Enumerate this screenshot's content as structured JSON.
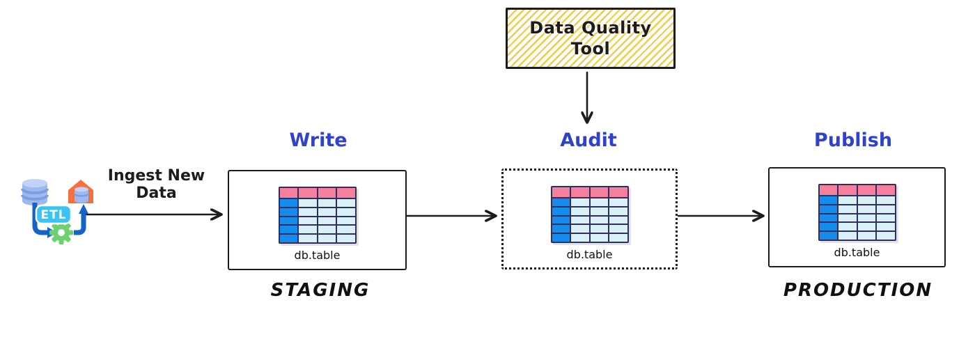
{
  "dq_tool": {
    "line1": "Data Quality",
    "line2": "Tool"
  },
  "ingest": {
    "line1": "Ingest New",
    "line2": "Data"
  },
  "etl_icon": {
    "label": "ETL"
  },
  "stages": {
    "write": {
      "step": "Write",
      "table": "db.table",
      "caption": "STAGING"
    },
    "audit": {
      "step": "Audit",
      "table": "db.table"
    },
    "publish": {
      "step": "Publish",
      "table": "db.table",
      "caption": "PRODUCTION"
    }
  },
  "table_icon": {
    "rows": 6,
    "cols": 4
  },
  "colors": {
    "ink": "#1c1c1c",
    "step_label_blue": "#2f41cf",
    "hatch_yellow": "#f8c846",
    "table_header_pink": "#f8809f",
    "table_key_blue": "#148ced",
    "table_cell_cyan": "#d9f1f6",
    "table_border_navy": "#302e5e",
    "etl_pipe_blue": "#1563c5",
    "etl_gear_green": "#6fd06f",
    "etl_house_orange": "#f4713c",
    "etl_badge_cyan": "#3cc3f5"
  }
}
